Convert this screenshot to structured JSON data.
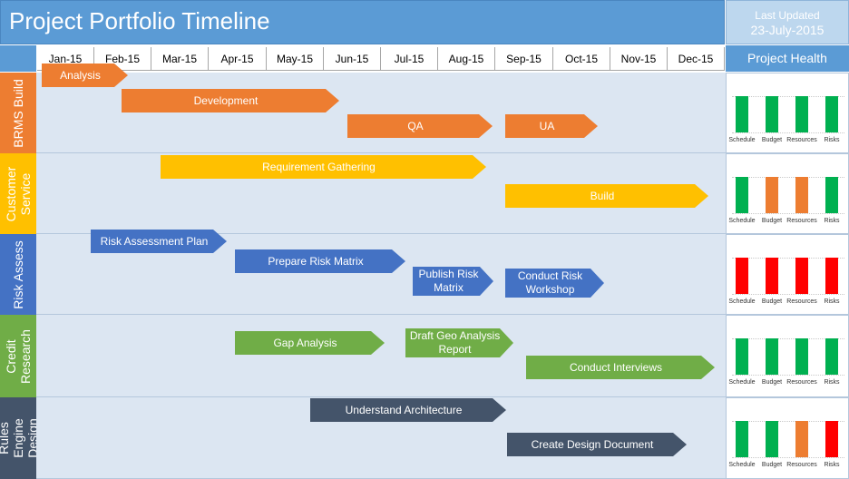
{
  "header": {
    "title": "Project Portfolio Timeline",
    "last_updated_label": "Last Updated",
    "last_updated_date": "23-July-2015"
  },
  "months": [
    "Jan-15",
    "Feb-15",
    "Mar-15",
    "Apr-15",
    "May-15",
    "Jun-15",
    "Jul-15",
    "Aug-15",
    "Sep-15",
    "Oct-15",
    "Nov-15",
    "Dec-15"
  ],
  "health_header": "Project Health",
  "health_labels": [
    "Schedule",
    "Budget",
    "Resources",
    "Risks"
  ],
  "colors": {
    "green": "#00b050",
    "orange": "#ed7d31",
    "red": "#ff0000",
    "title_blue": "#5b9bd5"
  },
  "projects": [
    {
      "name": "BRMS Build",
      "color": "#ed7d31",
      "tasks": [
        {
          "label": "Analysis"
        },
        {
          "label": "Development"
        },
        {
          "label": "QA"
        },
        {
          "label": "UA"
        }
      ],
      "health": [
        "green",
        "green",
        "green",
        "green"
      ]
    },
    {
      "name": "Customer Service",
      "color": "#ffc000",
      "tasks": [
        {
          "label": "Requirement Gathering"
        },
        {
          "label": "Build"
        }
      ],
      "health": [
        "green",
        "orange",
        "orange",
        "green"
      ]
    },
    {
      "name": "Risk Assess",
      "color": "#4472c4",
      "tasks": [
        {
          "label": "Risk Assessment Plan"
        },
        {
          "label": "Prepare Risk Matrix"
        },
        {
          "label": "Publish Risk Matrix"
        },
        {
          "label": "Conduct Risk Workshop"
        }
      ],
      "health": [
        "red",
        "red",
        "red",
        "red"
      ]
    },
    {
      "name": "Credit Research",
      "color": "#70ad47",
      "tasks": [
        {
          "label": "Gap Analysis"
        },
        {
          "label": "Draft Geo Analysis Report"
        },
        {
          "label": "Conduct Interviews"
        }
      ],
      "health": [
        "green",
        "green",
        "green",
        "green"
      ]
    },
    {
      "name": "Rules Engine Design",
      "color": "#44546a",
      "tasks": [
        {
          "label": "Understand Architecture"
        },
        {
          "label": "Create Design Document"
        }
      ],
      "health": [
        "green",
        "green",
        "orange",
        "red"
      ]
    }
  ]
}
